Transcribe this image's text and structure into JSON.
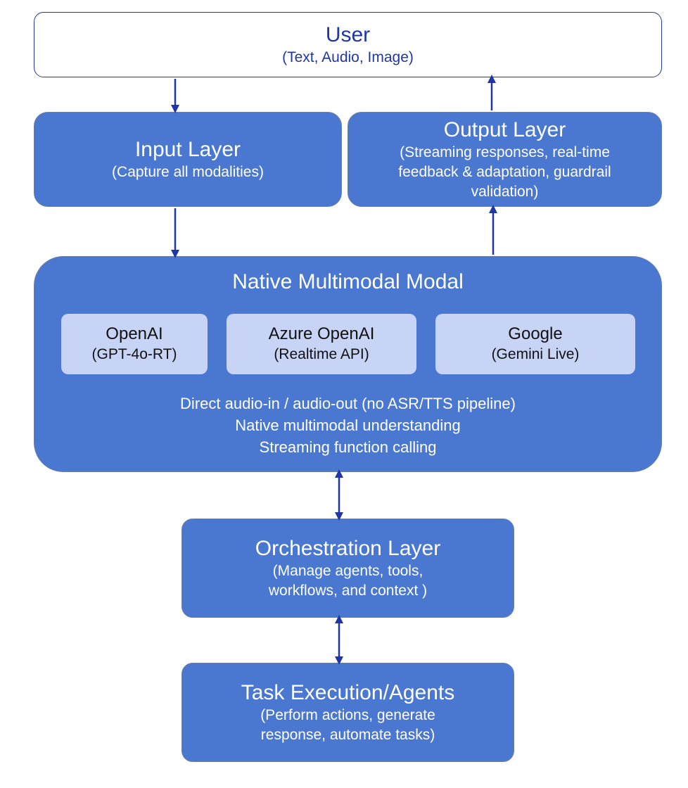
{
  "colors": {
    "box_fill": "#4a78d0",
    "box_border": "#6a7fa6",
    "provider_fill": "#c7d4f6",
    "arrow": "#1f37a6",
    "user_text": "#1f37a6"
  },
  "user": {
    "title": "User",
    "subtitle": "(Text, Audio, Image)"
  },
  "input_layer": {
    "title": "Input Layer",
    "subtitle": "(Capture all modalities)"
  },
  "output_layer": {
    "title": "Output Layer",
    "subtitle": "(Streaming responses, real-time feedback & adaptation, guardrail validation)"
  },
  "model": {
    "title": "Native Multimodal Modal",
    "providers": [
      {
        "name": "OpenAI",
        "detail": "(GPT-4o-RT)"
      },
      {
        "name": "Azure OpenAI",
        "detail": "(Realtime API)"
      },
      {
        "name": "Google",
        "detail": "(Gemini Live)"
      }
    ],
    "features": [
      "Direct audio-in / audio-out (no ASR/TTS pipeline)",
      "Native multimodal understanding",
      "Streaming function calling"
    ]
  },
  "orchestration": {
    "title": "Orchestration Layer",
    "subtitle": "(Manage agents, tools, workflows, and context )"
  },
  "task_execution": {
    "title": "Task Execution/Agents",
    "subtitle": "(Perform actions, generate response, automate tasks)"
  }
}
